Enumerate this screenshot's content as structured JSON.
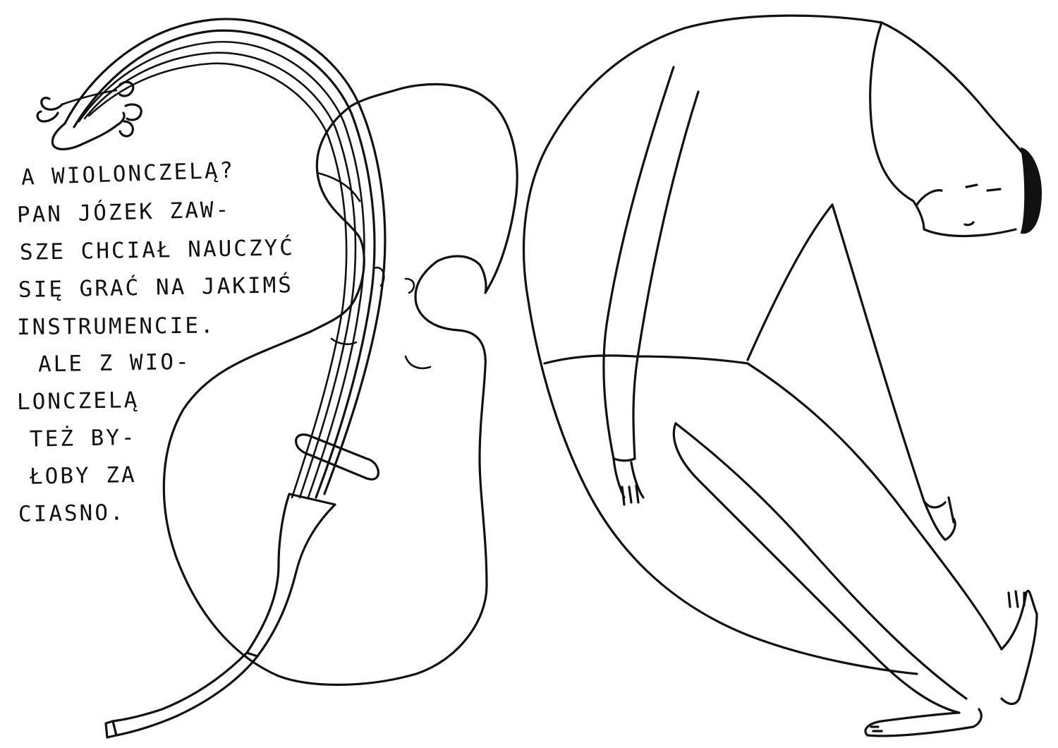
{
  "caption": {
    "lines": [
      "A WIOLONCZELĄ?",
      "PAN JÓZEK ZAW-",
      "SZE CHCIAŁ NAUCZYĆ",
      "SIĘ GRAĆ NA JAKIMŚ",
      "INSTRUMENCIE.",
      "ALE Z WIO-",
      "LONCZELĄ",
      "TEŻ BY-",
      "ŁOBY ZA",
      "CIASNO."
    ]
  },
  "illustration": {
    "style": "black ink line drawing",
    "ink_color": "#111111",
    "background_color": "#ffffff",
    "figures": [
      "cello",
      "man bending forward"
    ]
  }
}
